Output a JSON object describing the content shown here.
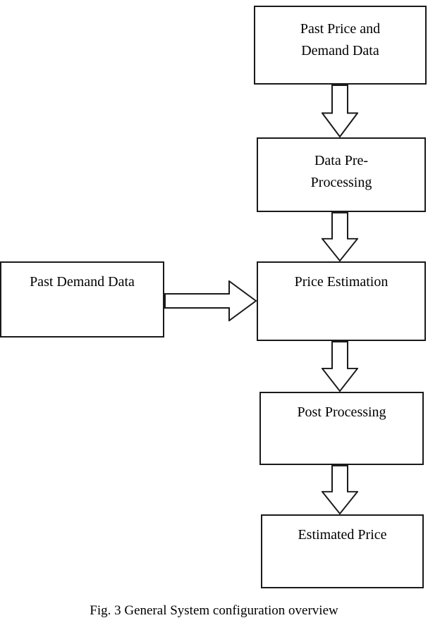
{
  "diagram": {
    "caption": "Fig. 3 General System configuration overview",
    "nodes": {
      "past_price_demand": {
        "lines": [
          "Past Price and",
          "Demand Data"
        ]
      },
      "data_preprocessing": {
        "lines": [
          "Data Pre-",
          "Processing"
        ]
      },
      "past_demand": {
        "lines": [
          "Past Demand Data"
        ]
      },
      "price_estimation": {
        "lines": [
          "Price Estimation"
        ]
      },
      "post_processing": {
        "lines": [
          "Post Processing"
        ]
      },
      "estimated_price": {
        "lines": [
          "Estimated Price"
        ]
      }
    },
    "colors": {
      "box_border": "#1a1a1a",
      "box_fill": "#ffffff",
      "arrow_outline": "#1a1a1a",
      "arrow_fill": "#ffffff"
    }
  }
}
